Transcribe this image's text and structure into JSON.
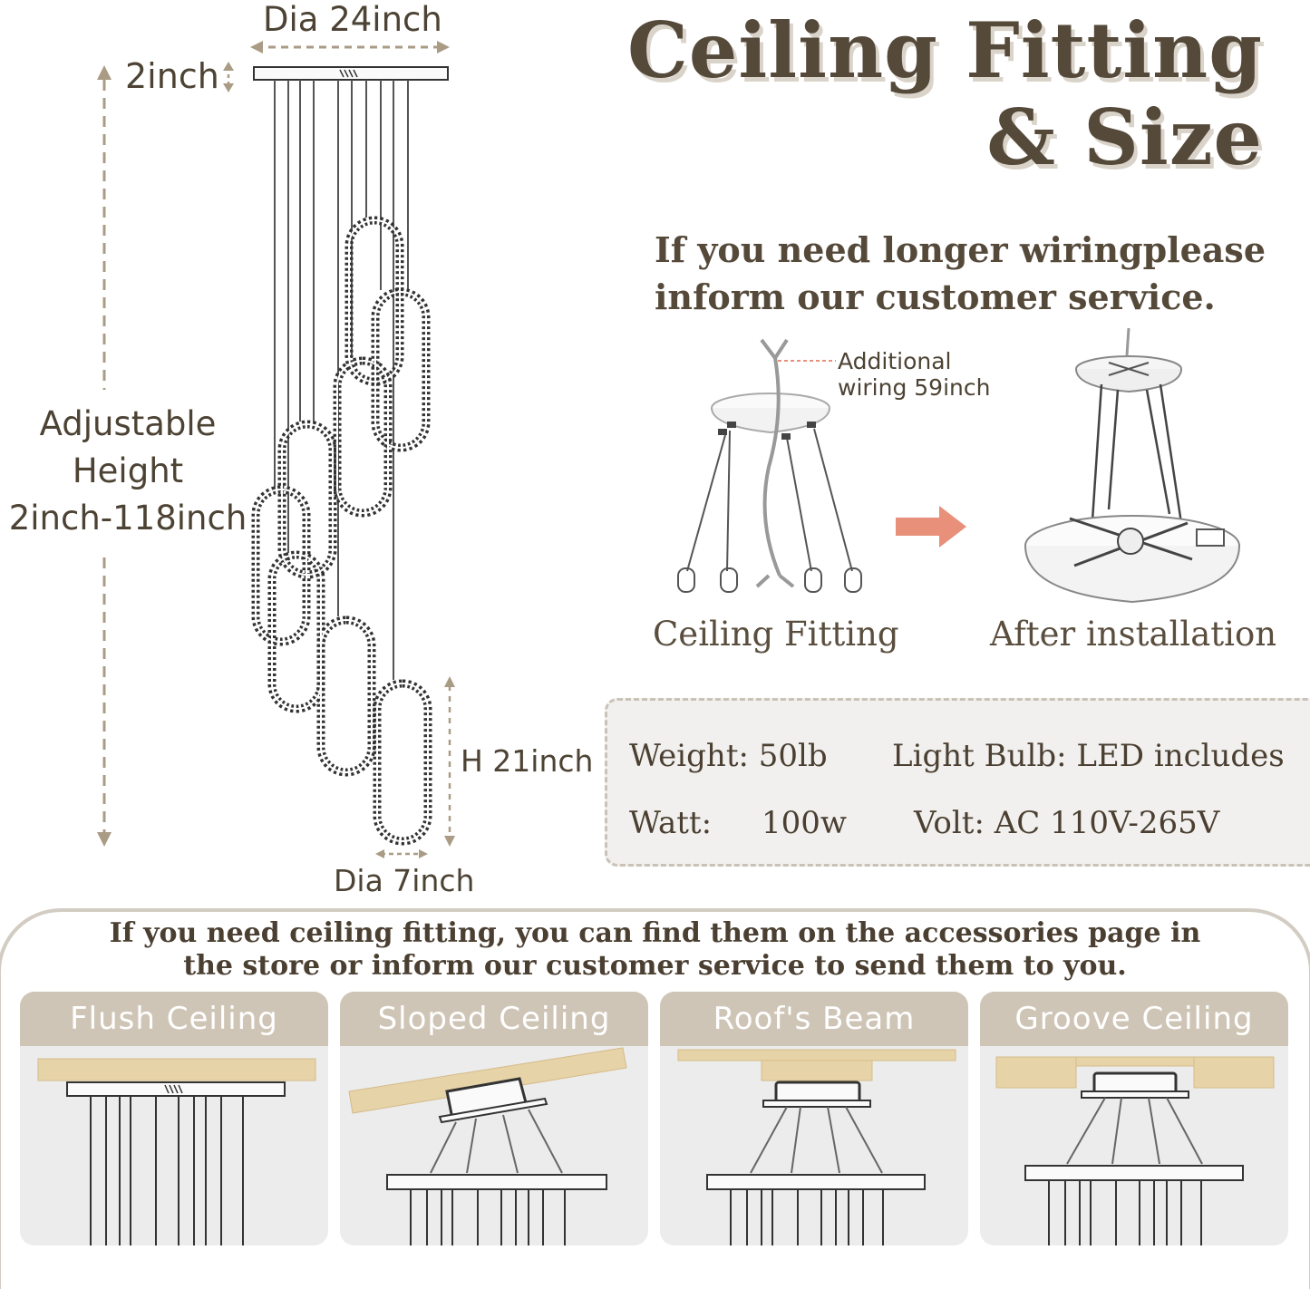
{
  "title": {
    "line1": "Ceiling Fitting",
    "line2": "& Size"
  },
  "wiring_note": "If you need longer wiringplease inform our customer service.",
  "dimensions": {
    "canopy_dia": "Dia 24inch",
    "canopy_height": "2inch",
    "adjustable_line1": "Adjustable",
    "adjustable_line2": "Height",
    "adjustable_line3": "2inch-118inch",
    "pendant_height": "H 21inch",
    "pendant_dia": "Dia 7inch"
  },
  "wiring_label_line1": "Additional",
  "wiring_label_line2": "wiring 59inch",
  "fitting_caption": "Ceiling Fitting",
  "after_caption": "After installation",
  "specs": {
    "weight": "Weight: 50lb",
    "bulb": "Light Bulb: LED includes",
    "watt_label": "Watt:",
    "watt_value": "100w",
    "volt": "Volt: AC 110V-265V"
  },
  "bottom_note_line1": "If you need ceiling fitting, you can find them on the accessories page in",
  "bottom_note_line2": "the store or inform our customer service to send them to you.",
  "ceiling_types": [
    {
      "label": "Flush Ceiling"
    },
    {
      "label": "Sloped Ceiling"
    },
    {
      "label": "Roof's Beam"
    },
    {
      "label": "Groove Ceiling"
    }
  ],
  "colors": {
    "text_brown": "#55493a",
    "header_tan": "#cfc5b6",
    "wood": "#e7d3a8",
    "arrow": "#e8907a",
    "dim_line": "#a99b84"
  }
}
